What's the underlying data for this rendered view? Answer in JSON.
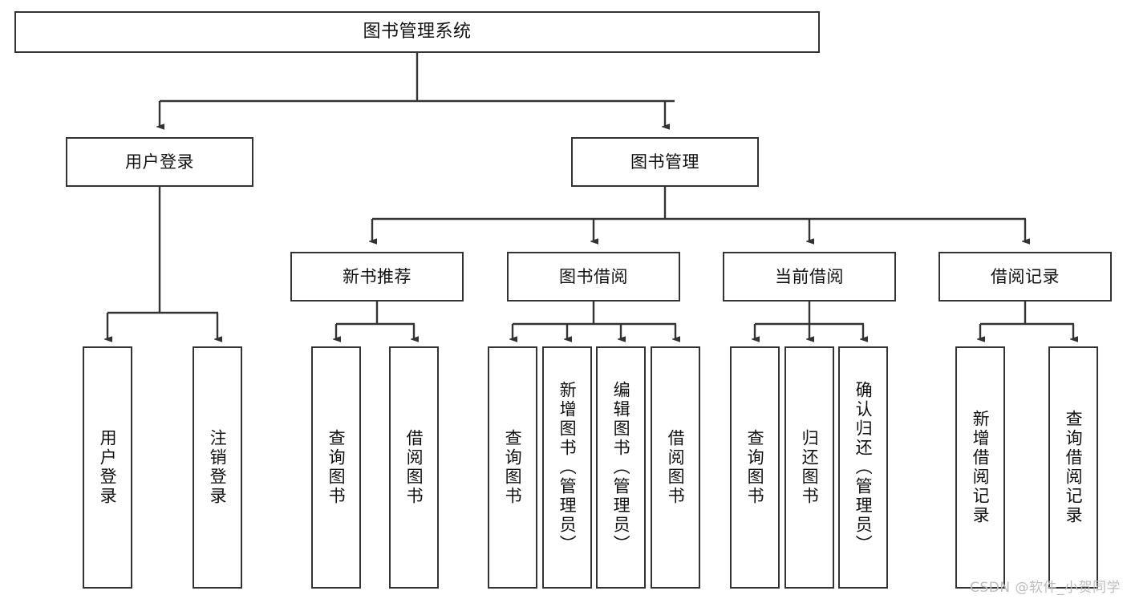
{
  "diagram": {
    "title": "图书管理系统",
    "type": "tree-hierarchy",
    "watermark": "CSDN @软件_小贺同学",
    "colors": {
      "box_border": "#333333",
      "box_fill": "#ffffff",
      "connector": "#333333",
      "text": "#111111",
      "watermark": "#bdbdbd"
    }
  },
  "nodes": {
    "root": {
      "label": "图书管理系统",
      "orientation": "horizontal"
    },
    "level2": [
      {
        "id": "user-login",
        "label": "用户登录",
        "orientation": "horizontal"
      },
      {
        "id": "book-manage",
        "label": "图书管理",
        "orientation": "horizontal"
      }
    ],
    "level3": [
      {
        "id": "new-book-recommend",
        "label": "新书推荐",
        "orientation": "horizontal"
      },
      {
        "id": "book-borrow",
        "label": "图书借阅",
        "orientation": "horizontal"
      },
      {
        "id": "current-borrow",
        "label": "当前借阅",
        "orientation": "horizontal"
      },
      {
        "id": "borrow-record",
        "label": "借阅记录",
        "orientation": "horizontal"
      }
    ],
    "leaves": [
      {
        "id": "leaf-user-login",
        "label": "用户登录",
        "parent": "user-login",
        "orientation": "vertical"
      },
      {
        "id": "leaf-user-logout",
        "label": "注销登录",
        "parent": "user-login",
        "orientation": "vertical"
      },
      {
        "id": "leaf-query-book-1",
        "label": "查询图书",
        "parent": "new-book-recommend",
        "orientation": "vertical"
      },
      {
        "id": "leaf-borrow-book-1",
        "label": "借阅图书",
        "parent": "new-book-recommend",
        "orientation": "vertical"
      },
      {
        "id": "leaf-query-book-2",
        "label": "查询图书",
        "parent": "book-borrow",
        "orientation": "vertical"
      },
      {
        "id": "leaf-add-book",
        "label": "新增图书（管理员）",
        "parent": "book-borrow",
        "orientation": "vertical"
      },
      {
        "id": "leaf-edit-book",
        "label": "编辑图书（管理员）",
        "parent": "book-borrow",
        "orientation": "vertical"
      },
      {
        "id": "leaf-borrow-book-2",
        "label": "借阅图书",
        "parent": "book-borrow",
        "orientation": "vertical"
      },
      {
        "id": "leaf-query-book-3",
        "label": "查询图书",
        "parent": "current-borrow",
        "orientation": "vertical"
      },
      {
        "id": "leaf-return-book",
        "label": "归还图书",
        "parent": "current-borrow",
        "orientation": "vertical"
      },
      {
        "id": "leaf-confirm-return",
        "label": "确认归还（管理员）",
        "parent": "current-borrow",
        "orientation": "vertical"
      },
      {
        "id": "leaf-add-record",
        "label": "新增借阅记录",
        "parent": "borrow-record",
        "orientation": "vertical"
      },
      {
        "id": "leaf-query-record",
        "label": "查询借阅记录",
        "parent": "borrow-record",
        "orientation": "vertical"
      }
    ]
  }
}
